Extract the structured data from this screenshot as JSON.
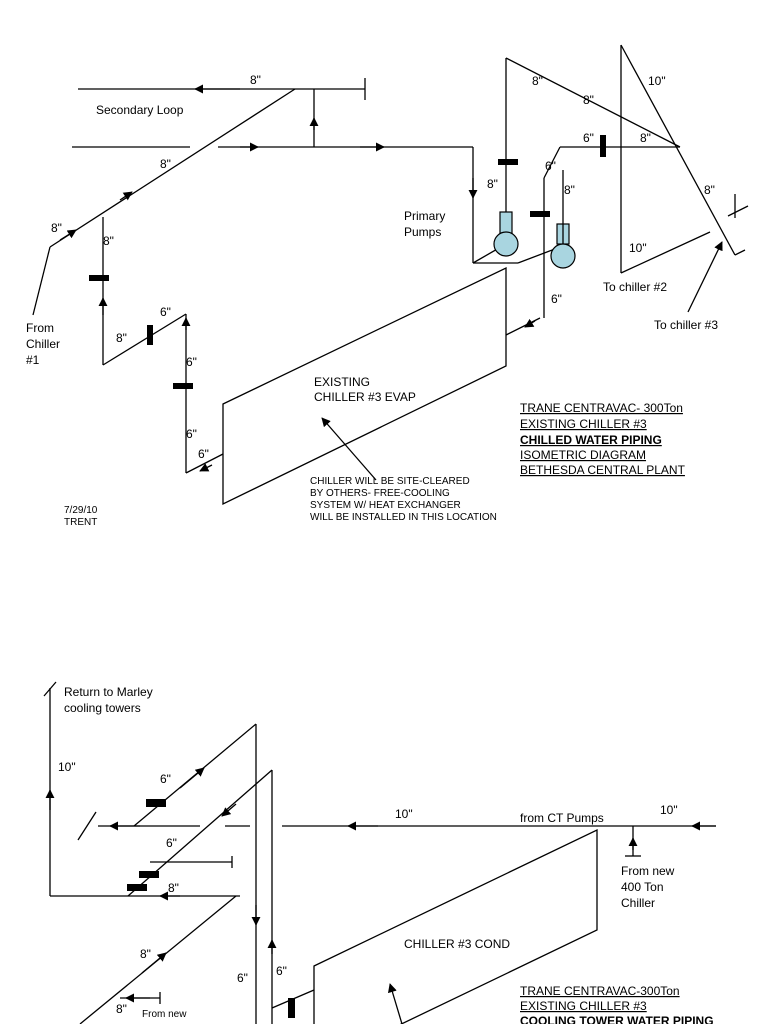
{
  "chilled": {
    "labels": {
      "secondary_loop": "Secondary Loop",
      "from_chiller_1_a": "From",
      "from_chiller_1_b": "Chiller",
      "from_chiller_1_c": "#1",
      "primary_pumps_a": "Primary",
      "primary_pumps_b": "Pumps",
      "to_chiller_2": "To chiller #2",
      "to_chiller_3": "To chiller #3",
      "evap_a": "EXISTING",
      "evap_b": "CHILLER #3 EVAP",
      "note_a": "CHILLER WILL BE SITE-CLEARED",
      "note_b": "BY OTHERS- FREE-COOLING",
      "note_c": "SYSTEM W/ HEAT EXCHANGER",
      "note_d": "WILL BE INSTALLED IN THIS LOCATION",
      "date": "7/29/10",
      "author": "TRENT"
    },
    "sizes": {
      "s1": "8\"",
      "s2": "8\"",
      "s3": "8\"",
      "s4": "8\"",
      "s5": "8\"",
      "s6": "6\"",
      "s7": "6\"",
      "s8": "6\"",
      "s9": "6\"",
      "s10": "8\"",
      "s11": "8\"",
      "s12": "6\"",
      "s13": "8\"",
      "s14": "6\"",
      "s15": "8\"",
      "s16": "10\"",
      "s17": "8\"",
      "s18": "10\"",
      "s19": "6\""
    },
    "title_block": [
      "TRANE CENTRAVAC- 300Ton",
      "EXISTING CHILLER #3 ",
      "CHILLED WATER PIPING",
      "ISOMETRIC DIAGRAM",
      "BETHESDA CENTRAL PLANT"
    ]
  },
  "cooling": {
    "labels": {
      "return_a": "Return to Marley",
      "return_b": "cooling towers",
      "from_ct_pumps": "from CT Pumps",
      "from_new_a": "From new",
      "from_new_b": "400 Ton",
      "from_new_c": "Chiller",
      "cond": "CHILLER #3 COND",
      "from_new_bottom": "From new"
    },
    "sizes": {
      "c1": "10\"",
      "c2": "6\"",
      "c3": "6\"",
      "c4": "8\"",
      "c5": "10\"",
      "c6": "10\"",
      "c7": "8\"",
      "c8": "8\"",
      "c9": "6\"",
      "c10": "6\""
    },
    "title_block": [
      "TRANE CENTRAVAC-300Ton",
      "EXISTING CHILLER #3",
      "COOLING TOWER WATER PIPING"
    ]
  }
}
